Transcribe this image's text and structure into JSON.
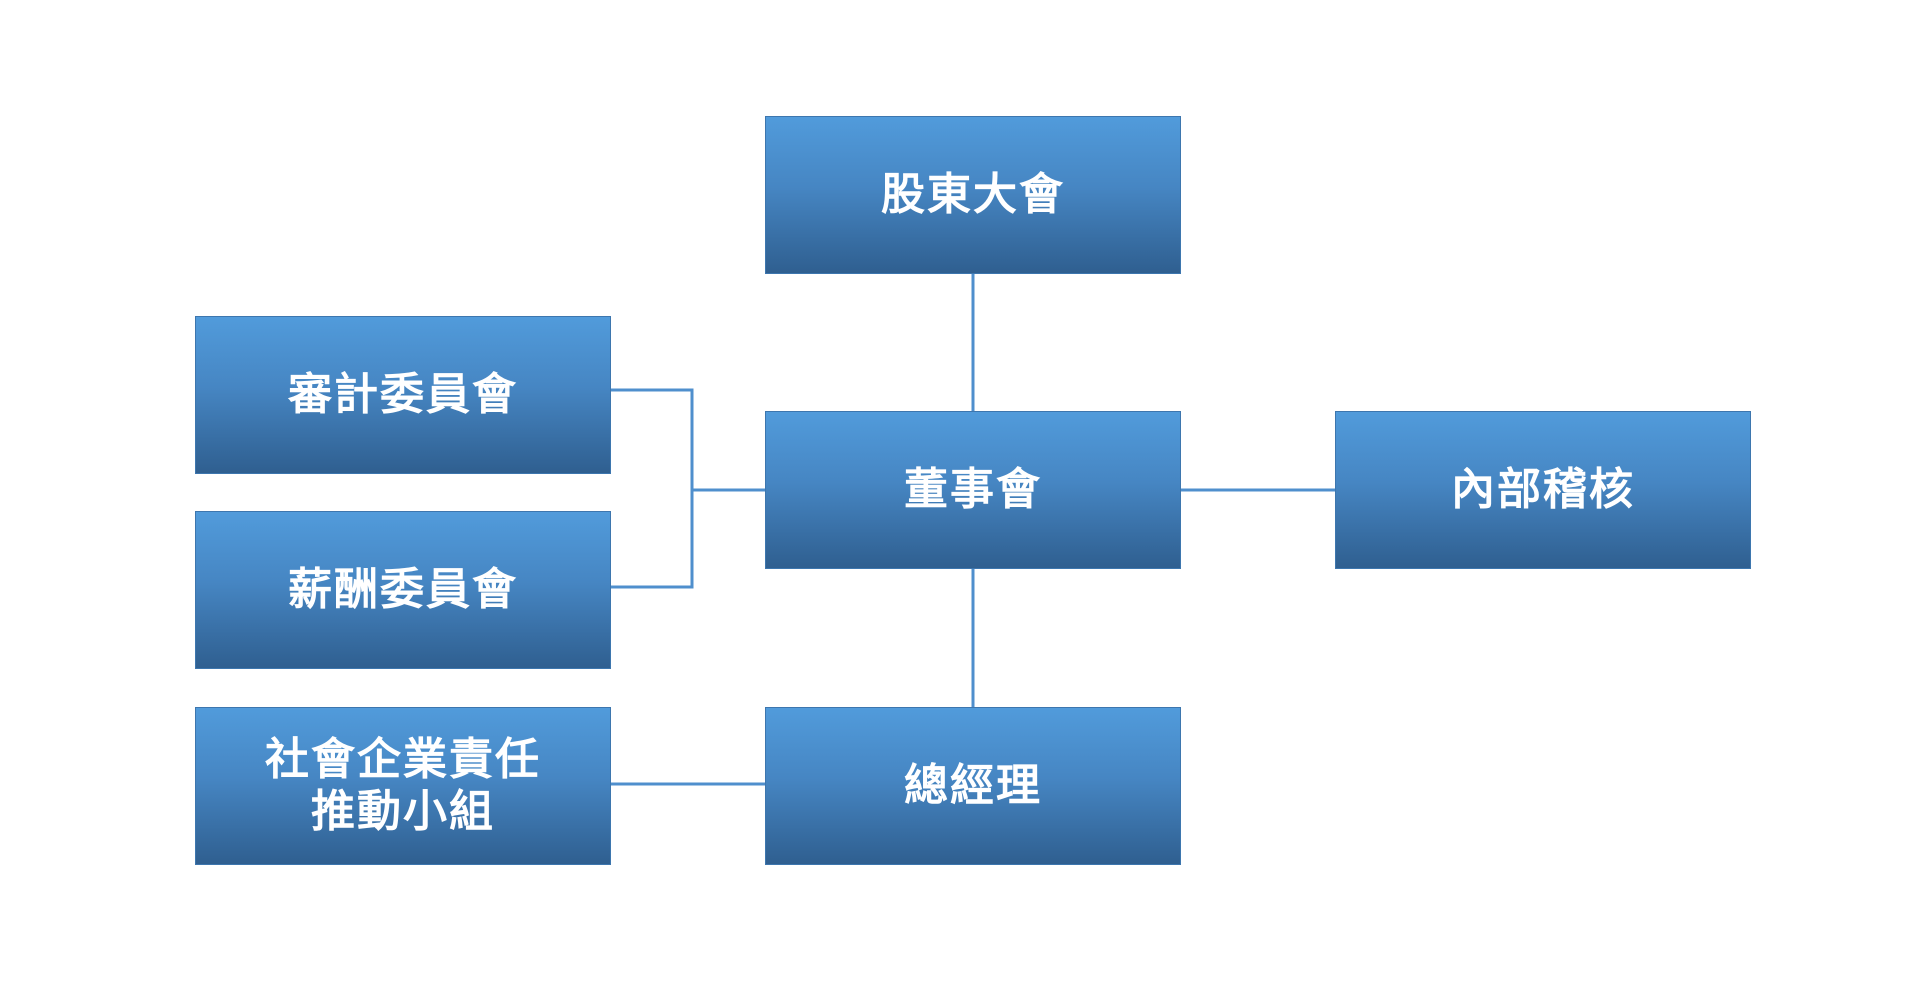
{
  "org_chart": {
    "shareholders_meeting": "股東大會",
    "board_of_directors": "董事會",
    "audit_committee": "審計委員會",
    "compensation_committee": "薪酬委員會",
    "internal_audit": "內部稽核",
    "general_manager": "總經理",
    "csr_group": {
      "line1": "社會企業責任",
      "line2": "推動小組"
    }
  },
  "colors": {
    "box_top": "#519bdb",
    "box_bottom": "#2f5f90",
    "connector": "#4f8fcd",
    "text": "#ffffff"
  }
}
